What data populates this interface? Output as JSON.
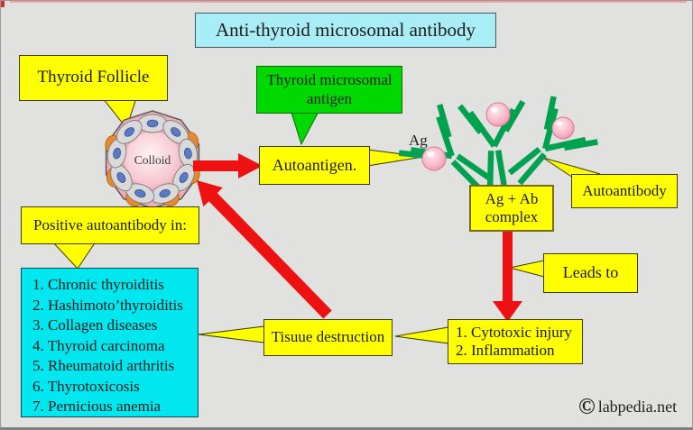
{
  "title": {
    "text": "Anti-thyroid microsomal antibody"
  },
  "callouts": {
    "thyroid_follicle": {
      "label": "Thyroid Follicle"
    },
    "microsomal_antigen": {
      "lines": [
        "Thyroid microsomal",
        "antigen"
      ]
    },
    "autoantigen": {
      "label": "Autoantigen."
    },
    "autoantibody": {
      "label": "Autoantibody"
    },
    "ag_ab_complex": {
      "lines": [
        "Ag + Ab",
        "complex"
      ]
    },
    "leads_to": {
      "label": "Leads to"
    },
    "cytotoxic": {
      "lines": [
        "1. Cytotoxic injury",
        "2. Inflammation"
      ]
    },
    "tissue_destruction": {
      "label": "Tisuue destruction"
    },
    "positive_in": {
      "label": "Positive autoantibody in:"
    }
  },
  "diseases": {
    "items": [
      "1. Chronic thyroiditis",
      "2. Hashimoto’thyroiditis",
      "3. Collagen diseases",
      "4. Thyroid carcinoma",
      "5. Rheumatoid arthritis",
      "6. Thyrotoxicosis",
      "7. Pernicious anemia"
    ]
  },
  "labels": {
    "colloid": "Colloid",
    "ag": "Ag"
  },
  "footer": {
    "copyright_symbol": "©",
    "site": "labpedia.net"
  },
  "colors": {
    "background": "#e1e1df",
    "box_yellow": "#ffff00",
    "antigen_box_green": "#00d900",
    "title_cyan": "#a9eef6",
    "list_cyan": "#00e7ef",
    "arrow_red": "#ed1111",
    "antibody_green": "#00a14f",
    "antigen_sphere_pink": "#f5a8bb",
    "follicle_pink": "#f2adb9"
  }
}
